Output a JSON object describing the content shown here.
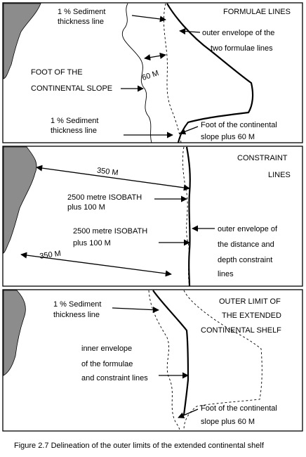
{
  "panels": [
    {
      "title_lines": [
        "FORMULAE LINES"
      ],
      "labels": {
        "sediment_1": "1 % Sediment",
        "sediment_2": "thickness line",
        "outer_1": "outer envelope of the",
        "outer_2": "two formulae lines",
        "foot_1": "FOOT OF THE",
        "foot_2": "CONTINENTAL SLOPE",
        "dist": "60 M",
        "sediment_b1": "1 % Sediment",
        "sediment_b2": "thickness line",
        "fos_1": "Foot of the continental",
        "fos_2": "slope plus 60 M"
      }
    },
    {
      "title_lines": [
        "CONSTRAINT",
        "LINES"
      ],
      "labels": {
        "dist_top": "350 M",
        "iso_a1": "2500 metre ISOBATH",
        "iso_a2": "plus 100 M",
        "iso_b1": "2500 metre ISOBATH",
        "iso_b2": "plus 100 M",
        "outer_1": "outer envelope of",
        "outer_2": "the distance and",
        "outer_3": "depth constraint",
        "outer_4": "lines",
        "dist_bottom": "350 M"
      }
    },
    {
      "title_lines": [
        "OUTER LIMIT OF",
        "THE EXTENDED",
        "CONTINENTAL SHELF"
      ],
      "labels": {
        "sediment_1": "1 % Sediment",
        "sediment_2": "thickness line",
        "inner_1": "inner envelope",
        "inner_2": "of the formulae",
        "inner_3": "and constraint lines",
        "fos_1": "Foot of the continental",
        "fos_2": "slope plus 60 M"
      }
    }
  ],
  "caption": "Figure 2.7  Delineation of the outer limits of the extended continental shelf",
  "colors": {
    "land": "#8c8c8c",
    "line": "#000000",
    "background": "#ffffff"
  }
}
